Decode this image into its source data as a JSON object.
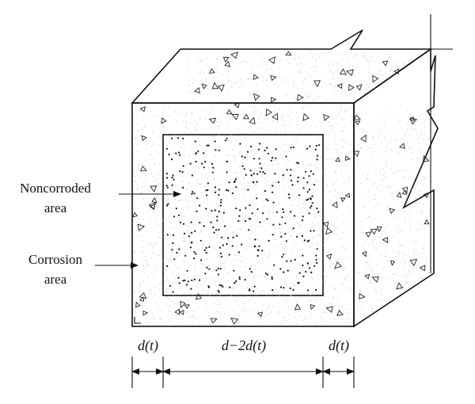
{
  "labels": {
    "noncorroded_line1": "Noncorroded",
    "noncorroded_line2": "area",
    "corrosion_line1": "Corrosion",
    "corrosion_line2": "area"
  },
  "dimensions": {
    "left": "d(t)",
    "middle": "d−2d(t)",
    "right": "d(t)"
  },
  "colors": {
    "line": "#111111",
    "background": "#ffffff",
    "texture": "#cfcfcf"
  }
}
